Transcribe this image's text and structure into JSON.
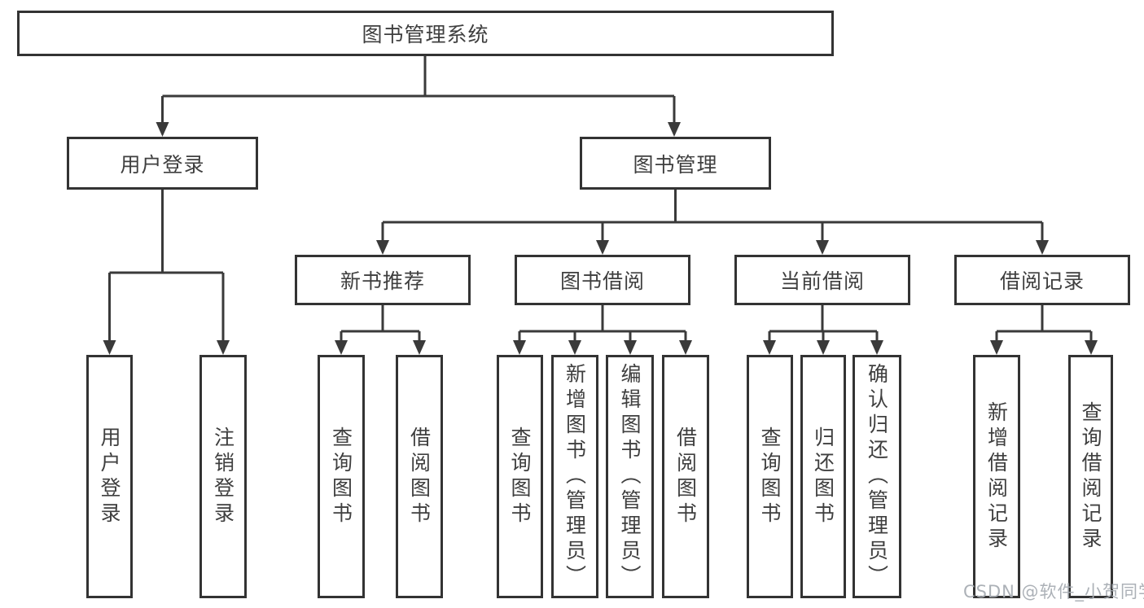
{
  "title": "图书管理系统",
  "level2": [
    {
      "label": "用户登录"
    },
    {
      "label": "图书管理"
    }
  ],
  "level3": [
    {
      "label": "新书推荐"
    },
    {
      "label": "图书借阅"
    },
    {
      "label": "当前借阅"
    },
    {
      "label": "借阅记录"
    }
  ],
  "leaves": {
    "userLogin": [
      {
        "label": "用户登录"
      },
      {
        "label": "注销登录"
      }
    ],
    "newBook": [
      {
        "label": "查询图书"
      },
      {
        "label": "借阅图书"
      }
    ],
    "bookBorrow": [
      {
        "label": "查询图书"
      },
      {
        "label": "新增图书（管理员）"
      },
      {
        "label": "编辑图书（管理员）"
      },
      {
        "label": "借阅图书"
      }
    ],
    "currentBorrow": [
      {
        "label": "查询图书"
      },
      {
        "label": "归还图书"
      },
      {
        "label": "确认归还（管理员）"
      }
    ],
    "borrowRecord": [
      {
        "label": "新增借阅记录"
      },
      {
        "label": "查询借阅记录"
      }
    ]
  },
  "watermark": {
    "text": "CSDN @软件_小贺同学"
  },
  "colors": {
    "line": "#3a3a3a",
    "border": "#333333",
    "text": "#3f3f3f",
    "background": "#ffffff",
    "watermark": "#a8adb3"
  }
}
